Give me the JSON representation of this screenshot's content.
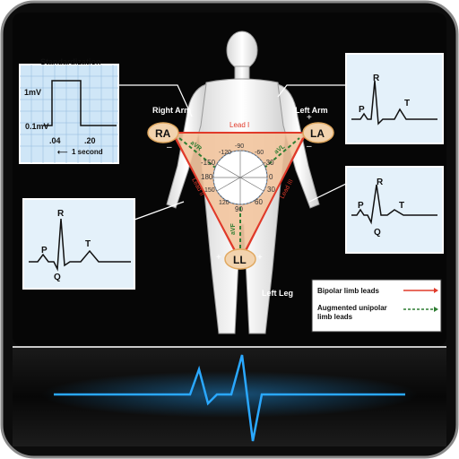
{
  "diagram": {
    "standardization": {
      "title": "Standardization",
      "one_mv": "1mV",
      "point_one_mv": "0.1mV",
      "tick_04": ".04",
      "tick_20": ".20",
      "one_second": "1 second"
    },
    "limbs": {
      "right_arm": "Right Arm",
      "left_arm": "Left Arm",
      "left_leg": "Left Leg",
      "ra": "RA",
      "la": "LA",
      "ll": "LL",
      "lead_i": "Lead I",
      "lead_ii": "Lead II",
      "lead_iii": "Lead III",
      "avr": "aVR",
      "avl": "aVL",
      "avf": "aVF"
    },
    "axis_degrees": [
      "-120",
      "-90",
      "-60",
      "-150",
      "-30",
      "180",
      "0",
      "150",
      "30",
      "120",
      "60",
      "90"
    ],
    "waves": {
      "p": "P",
      "q": "Q",
      "r": "R",
      "t": "T"
    },
    "legend": {
      "bipolar": "Bipolar limb leads",
      "augmented": "Augmented unipolar limb leads"
    }
  },
  "colors": {
    "background": "#060606",
    "triangle_fill": "#f2c6a0",
    "bipolar_arrow": "#e03a2a",
    "augmented_arrow": "#2e7d32",
    "heartbeat": "#2aa8ff"
  }
}
